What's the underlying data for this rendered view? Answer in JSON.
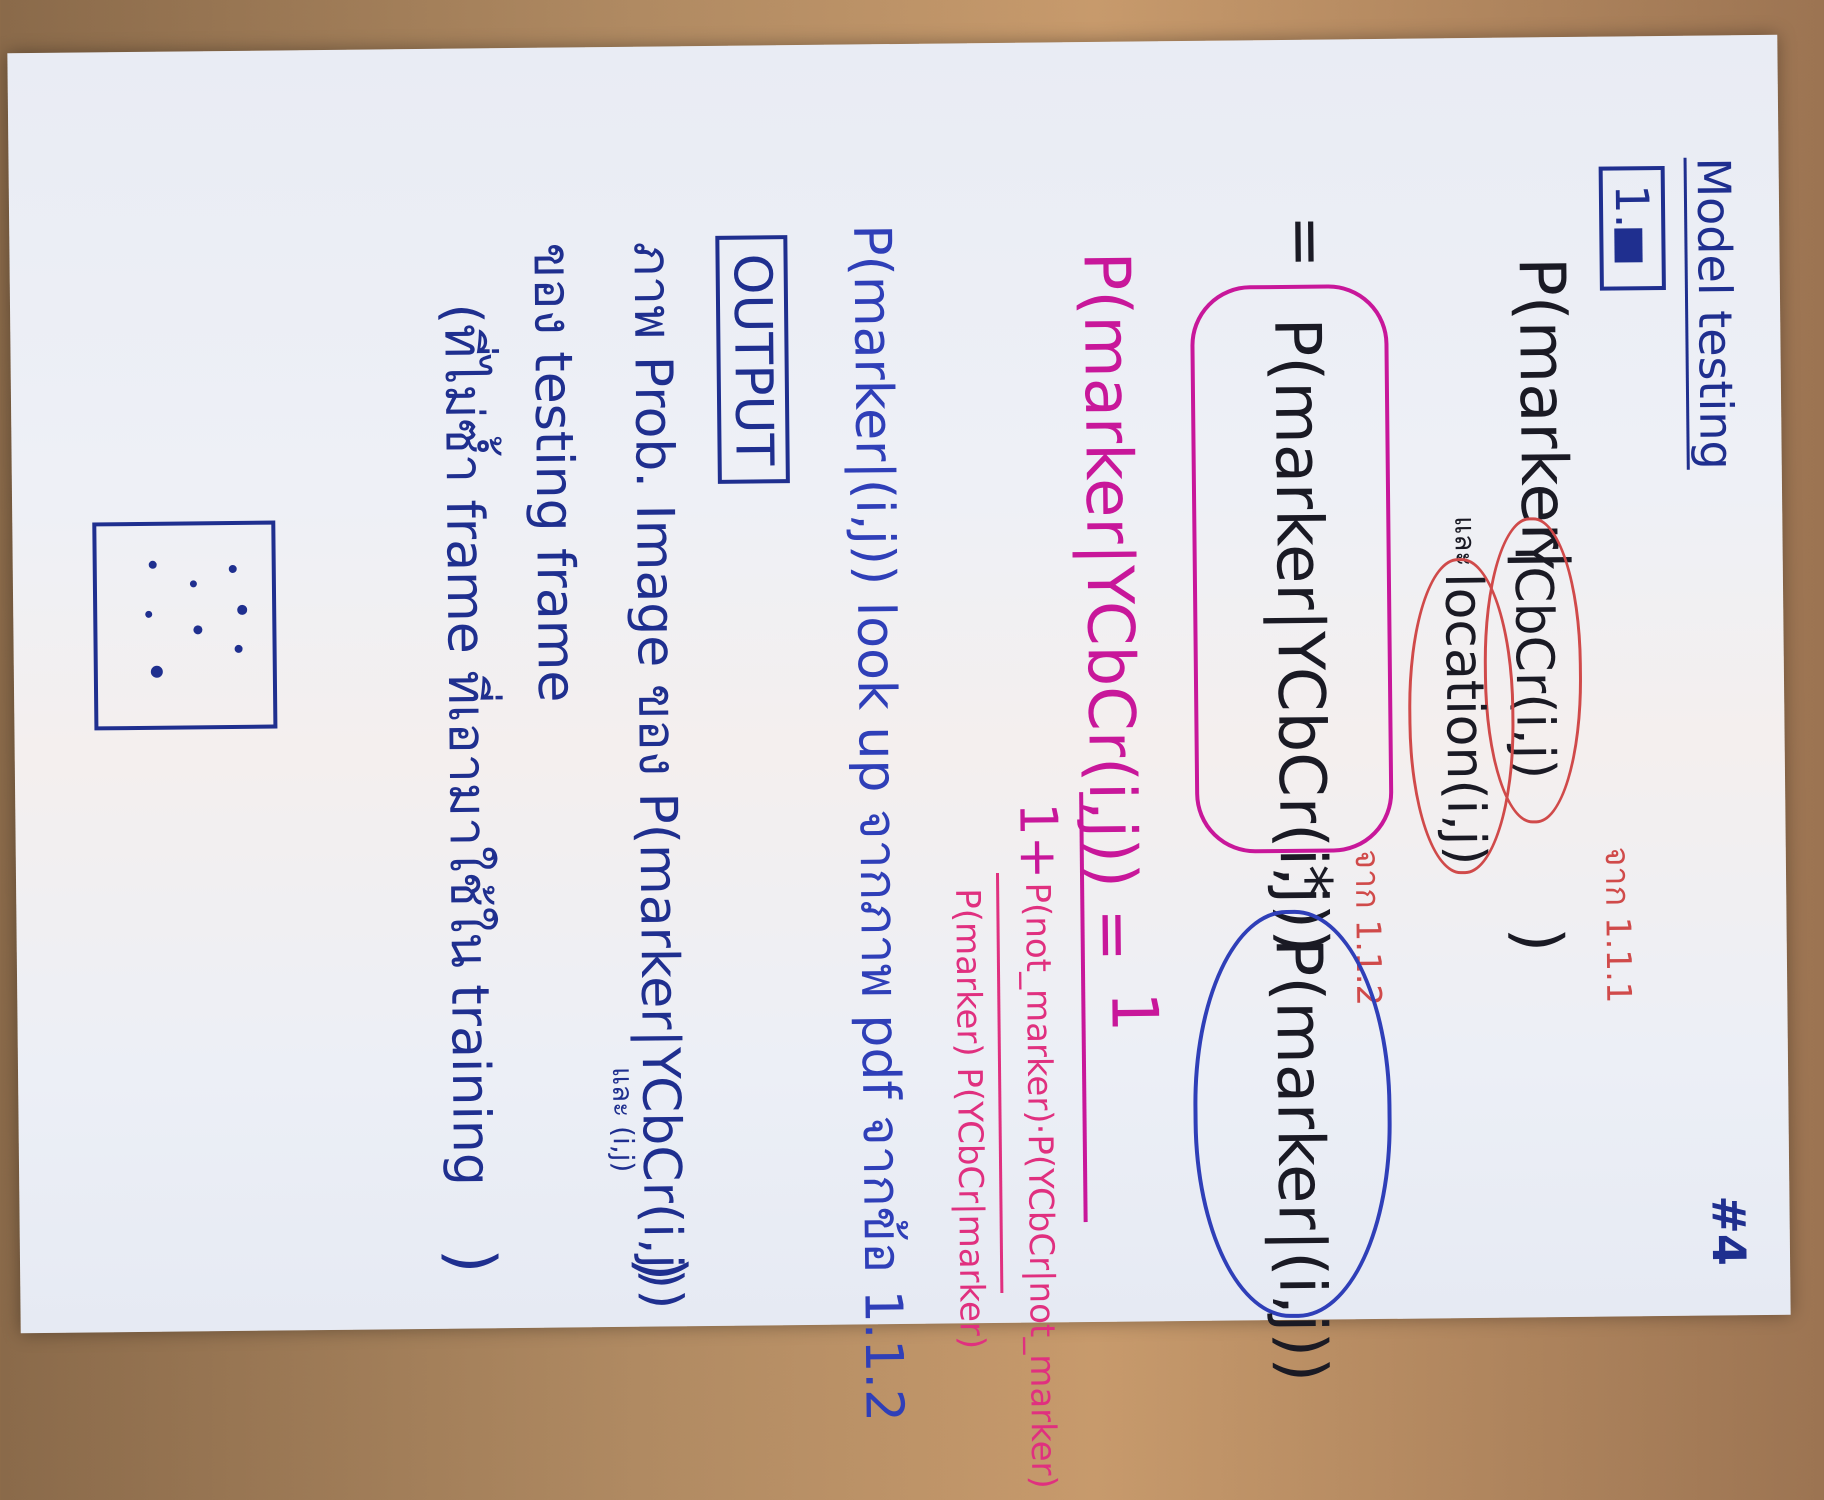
{
  "page_number": "#4",
  "title": "Model testing",
  "section": {
    "number_label": "1.",
    "output_label": "OUTPUT"
  },
  "equation": {
    "lhs": "P(marker|",
    "ycbcr_term": "YCbCr(i,j)",
    "and_word": "และ",
    "location_term": "location(i,j)",
    "close_paren": ")",
    "ref_1": "จาก 1.1.1",
    "ref_2": "จาก 1.1.2",
    "eq_sign": "=",
    "term1": "P(marker|YCbCr(i,j))",
    "times": "*",
    "term2": "P(marker|(i,j))"
  },
  "bayes": {
    "lhs": "P(marker|YCbCr(i,j)) =",
    "numerator": "1",
    "denominator_head": "1+",
    "inner_numerator": "P(not_marker)·P(YCbCr|not_marker)",
    "inner_denominator": "P(marker) P(YCbCr|marker)"
  },
  "lookup": {
    "text": "P(marker|(i,j)) look up จากภาพ pdf จากข้อ 1.1.2"
  },
  "output": {
    "line1": "ภาพ Prob. Image ของ P(marker|YCbCr(i,j))",
    "line1_and": "และ (i,j)",
    "line1_close": ")",
    "line2": "ของ testing frame",
    "line3": "(ที่ไม่ซ้ำ frame ที่เอามาใช้ใน training",
    "line3_close": ")"
  },
  "colors": {
    "navy": "#1f2f8f",
    "magenta": "#c8179a",
    "pink": "#e0307f",
    "blue": "#2f3fb8",
    "red": "#d04a4a"
  }
}
